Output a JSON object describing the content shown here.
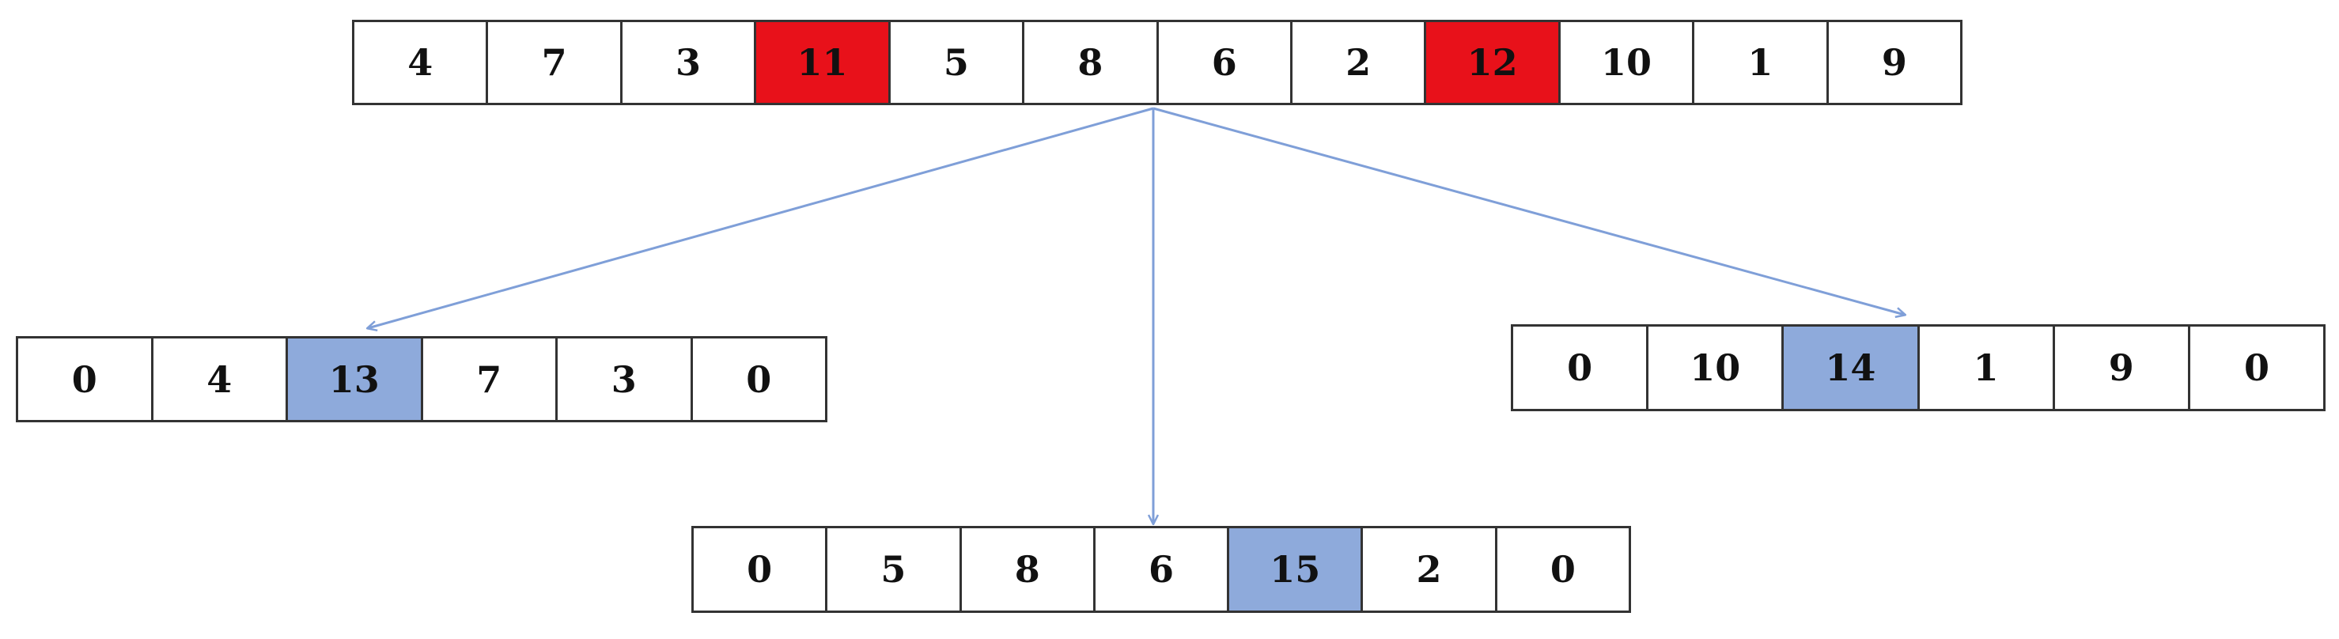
{
  "colors": {
    "highlight_red": "#e8111a",
    "highlight_blue": "#8eaadb",
    "arrow": "#7f9fd8",
    "border": "#333333"
  },
  "arrays": {
    "top": {
      "values": [
        "4",
        "7",
        "3",
        "11",
        "5",
        "8",
        "6",
        "2",
        "12",
        "10",
        "1",
        "9"
      ],
      "highlight": [
        3,
        8
      ],
      "highlight_color": "red"
    },
    "left": {
      "values": [
        "0",
        "4",
        "13",
        "7",
        "3",
        "0"
      ],
      "highlight": [
        2
      ],
      "highlight_color": "blue"
    },
    "right": {
      "values": [
        "0",
        "10",
        "14",
        "1",
        "9",
        "0"
      ],
      "highlight": [
        2
      ],
      "highlight_color": "blue"
    },
    "bottom": {
      "values": [
        "0",
        "5",
        "8",
        "6",
        "15",
        "2",
        "0"
      ],
      "highlight": [
        4
      ],
      "highlight_color": "blue"
    }
  },
  "arrows": [
    {
      "from": "top",
      "to": "left"
    },
    {
      "from": "top",
      "to": "bottom"
    },
    {
      "from": "top",
      "to": "right"
    }
  ]
}
